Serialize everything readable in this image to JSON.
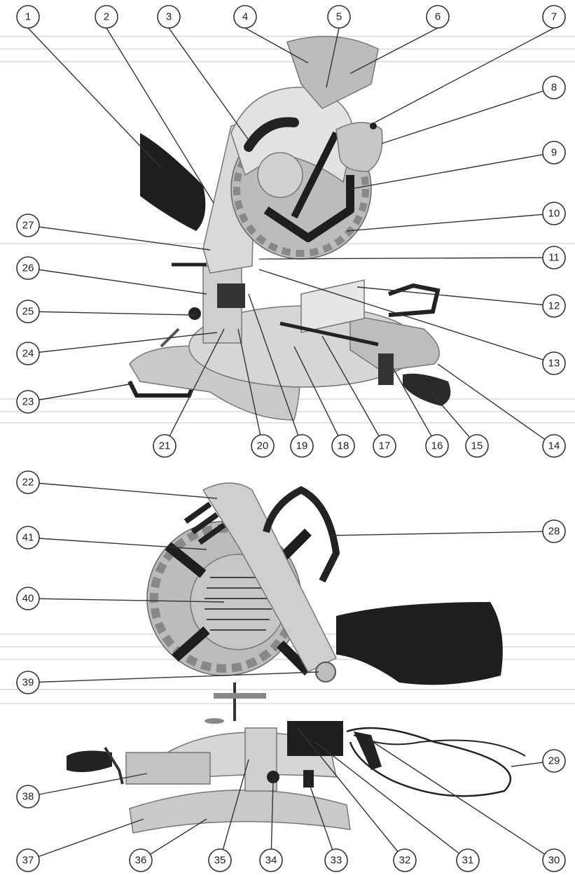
{
  "callouts": {
    "n1": "1",
    "n2": "2",
    "n3": "3",
    "n4": "4",
    "n5": "5",
    "n6": "6",
    "n7": "7",
    "n8": "8",
    "n9": "9",
    "n10": "10",
    "n11": "11",
    "n12": "12",
    "n13": "13",
    "n14": "14",
    "n15": "15",
    "n16": "16",
    "n17": "17",
    "n18": "18",
    "n19": "19",
    "n20": "20",
    "n21": "21",
    "n22": "22",
    "n23": "23",
    "n24": "24",
    "n25": "25",
    "n26": "26",
    "n27": "27",
    "n28": "28",
    "n29": "29",
    "n30": "30",
    "n31": "31",
    "n32": "32",
    "n33": "33",
    "n34": "34",
    "n35": "35",
    "n36": "36",
    "n37": "37",
    "n38": "38",
    "n39": "39",
    "n40": "40",
    "n41": "41"
  }
}
